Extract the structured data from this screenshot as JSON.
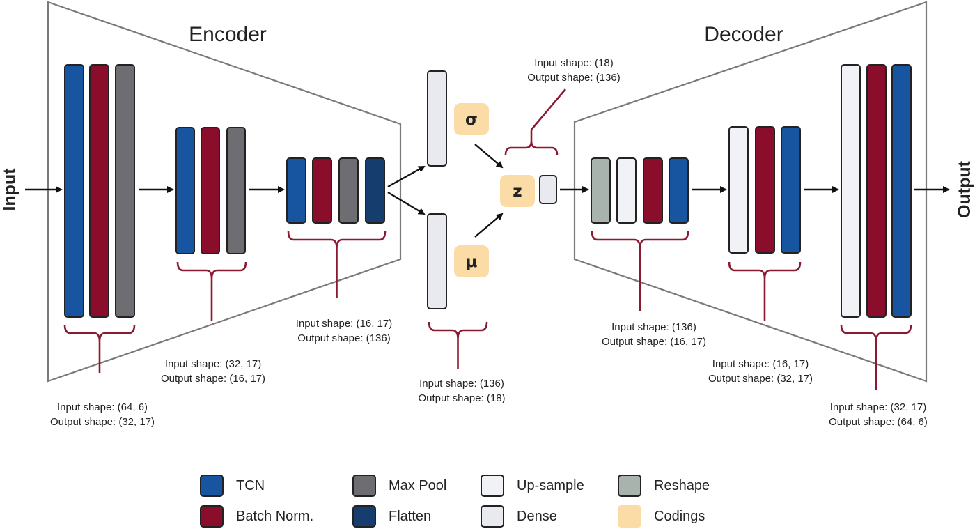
{
  "colors": {
    "tcn": "#1755a0",
    "batch_norm": "#8a0e2c",
    "max_pool": "#6e6e72",
    "flatten": "#153d6e",
    "up_sample": "#f1f2f6",
    "dense": "#e9eaef",
    "reshape": "#a9b3ad",
    "codings": "#fbdca6",
    "brace": "#8a1a30",
    "trapezoid": "#7a7a7a",
    "arrow": "#111111"
  },
  "labels": {
    "input": "Input",
    "output": "Output",
    "encoder": "Encoder",
    "decoder": "Decoder",
    "sigma": "σ",
    "mu": "μ",
    "z": "z"
  },
  "shapes": {
    "enc1": {
      "in": "Input shape: (64, 6)",
      "out": "Output shape: (32, 17)"
    },
    "enc2": {
      "in": "Input shape: (32, 17)",
      "out": "Output shape: (16, 17)"
    },
    "enc3": {
      "in": "Input shape: (16, 17)",
      "out": "Output shape: (136)"
    },
    "latent": {
      "in": "Input shape: (136)",
      "out": "Output shape: (18)"
    },
    "z_dense": {
      "in": "Input shape: (18)",
      "out": "Output shape: (136)"
    },
    "dec1": {
      "in": "Input shape: (136)",
      "out": "Output shape: (16, 17)"
    },
    "dec2": {
      "in": "Input shape: (16, 17)",
      "out": "Output shape: (32, 17)"
    },
    "dec3": {
      "in": "Input shape: (32, 17)",
      "out": "Output shape: (64, 6)"
    }
  },
  "legend": [
    {
      "key": "tcn",
      "label": "TCN"
    },
    {
      "key": "batch_norm",
      "label": "Batch Norm."
    },
    {
      "key": "max_pool",
      "label": "Max Pool"
    },
    {
      "key": "flatten",
      "label": "Flatten"
    },
    {
      "key": "up_sample",
      "label": "Up-sample"
    },
    {
      "key": "dense",
      "label": "Dense"
    },
    {
      "key": "reshape",
      "label": "Reshape"
    },
    {
      "key": "codings",
      "label": "Codings"
    }
  ]
}
